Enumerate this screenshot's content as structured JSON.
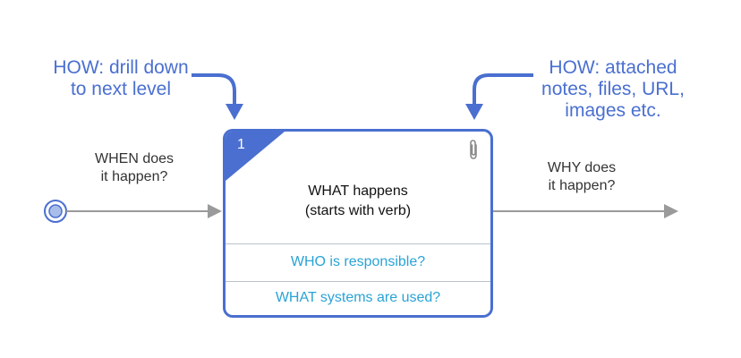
{
  "annotations": {
    "how_left": [
      "HOW: drill down",
      "to next level"
    ],
    "how_right": [
      "HOW: attached",
      "notes, files, URL,",
      "images etc."
    ],
    "when": [
      "WHEN does",
      "it happen?"
    ],
    "why": [
      "WHY does",
      "it happen?"
    ]
  },
  "step": {
    "number": "1",
    "what": [
      "WHAT happens",
      "(starts with verb)"
    ],
    "who": "WHO is responsible?",
    "systems": "WHAT systems are used?",
    "attachment_icon": "paperclip-icon"
  },
  "colors": {
    "accent": "#4a6fd0",
    "link_text": "#29a3d6",
    "arrow_gray": "#9a9a9a"
  }
}
